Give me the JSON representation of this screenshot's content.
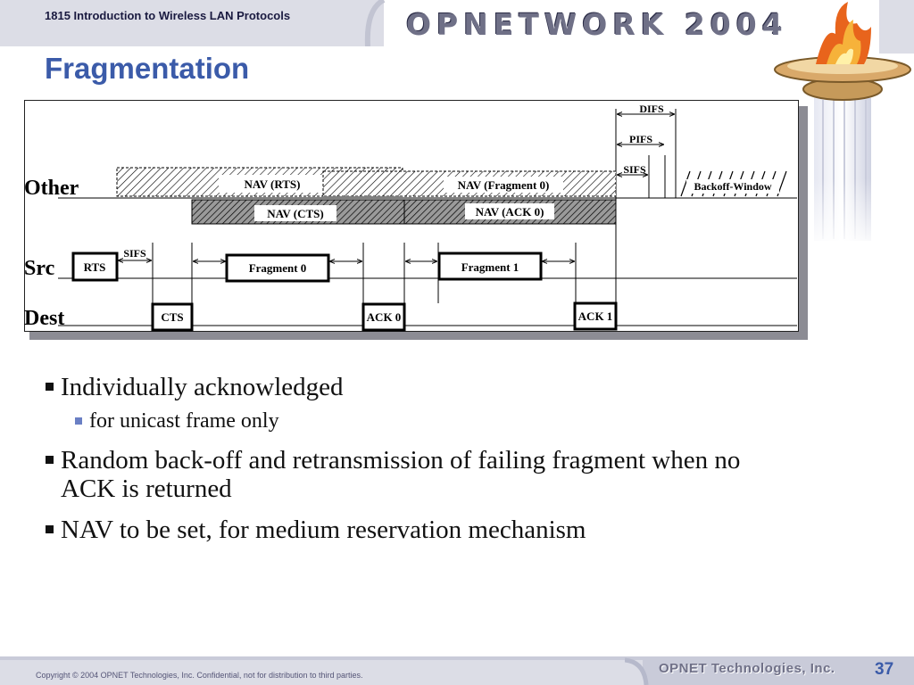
{
  "header": {
    "course_title": "1815 Introduction to Wireless LAN Protocols",
    "brand": "OPNETWORK 2004",
    "page_title": "Fragmentation"
  },
  "diagram": {
    "rows": {
      "other": "Other",
      "src": "Src",
      "dest": "Dest"
    },
    "nav_boxes": {
      "nav_rts": "NAV (RTS)",
      "nav_fragment0": "NAV (Fragment 0)",
      "nav_cts": "NAV (CTS)",
      "nav_ack0": "NAV (ACK 0)"
    },
    "frames": {
      "rts": "RTS",
      "fragment0": "Fragment 0",
      "fragment1": "Fragment 1",
      "cts": "CTS",
      "ack0": "ACK 0",
      "ack1": "ACK 1"
    },
    "timing": {
      "difs": "DIFS",
      "pifs": "PIFS",
      "sifs_other": "SIFS",
      "sifs_src": "SIFS",
      "backoff": "Backoff-Window"
    }
  },
  "bullets": {
    "b1": "Individually acknowledged",
    "b1_sub": "for unicast frame only",
    "b2": "Random back-off and retransmission of failing fragment when no ACK is returned",
    "b3": "NAV to be set, for medium reservation mechanism"
  },
  "footer": {
    "copyright": "Copyright © 2004 OPNET Technologies, Inc.  Confidential, not for distribution to third parties.",
    "company": "OPNET Technologies, Inc.",
    "page_number": "37"
  },
  "colors": {
    "title_blue": "#3b5ba9",
    "header_gray": "#dcdde6",
    "flame": "#e8641c"
  }
}
